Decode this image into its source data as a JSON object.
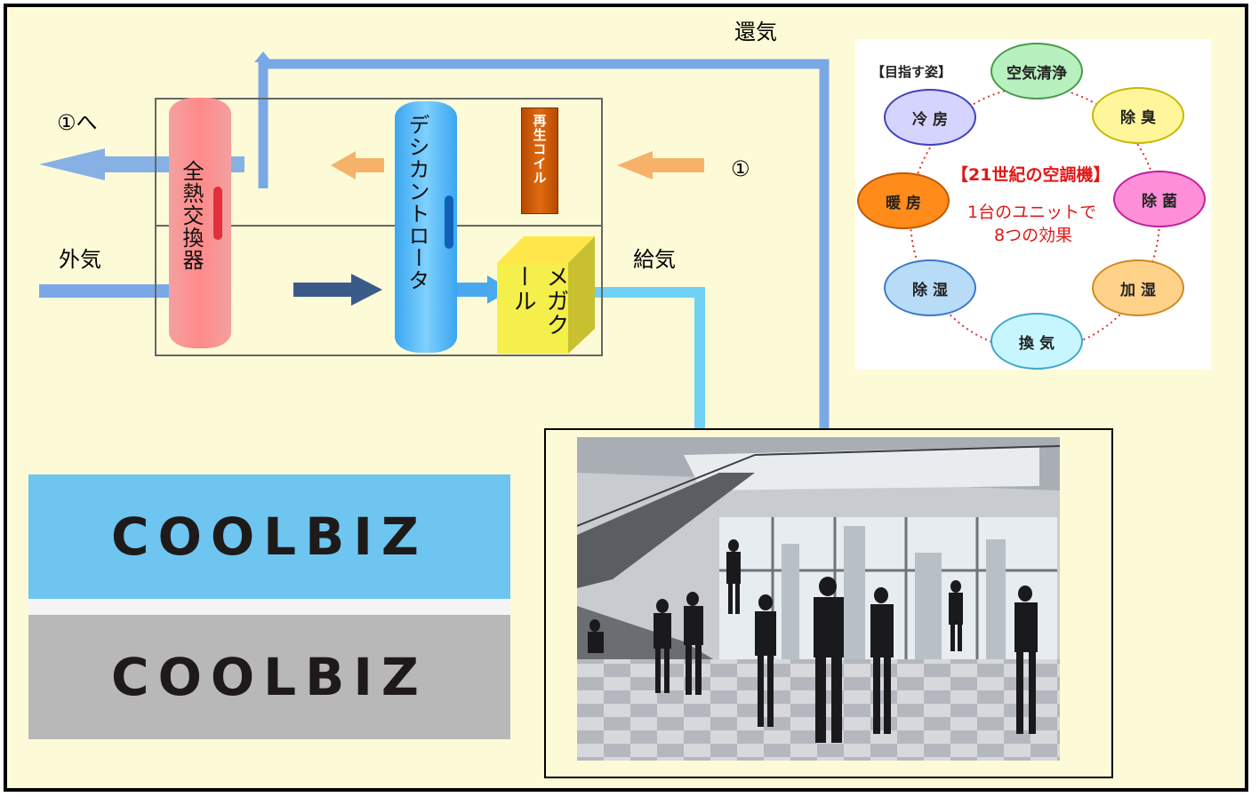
{
  "diagram": {
    "labels": {
      "return_air": "還気",
      "to_1": "①へ",
      "outside_air": "外気",
      "supply_air": "給気",
      "circle_1": "①"
    },
    "components": {
      "heat_exchanger": "全熱交換器",
      "desiccant_rotor": "デシカントロータ",
      "regen_coil": "再生コイル",
      "mega_cooler": "メガクール"
    }
  },
  "effects_panel": {
    "heading": "【目指す姿】",
    "title": "【21世紀の空調機】",
    "subtitle_line1": "1台のユニットで",
    "subtitle_line2": "8つの効果",
    "items": [
      {
        "label": "空気清浄",
        "color": "#b8f0c0"
      },
      {
        "label": "除 臭",
        "color": "#fff59a"
      },
      {
        "label": "除 菌",
        "color": "#ff8fd8"
      },
      {
        "label": "加 湿",
        "color": "#ffd28a"
      },
      {
        "label": "換 気",
        "color": "#c8f6ff"
      },
      {
        "label": "除 湿",
        "color": "#b8dcf8"
      },
      {
        "label": "暖 房",
        "color": "#ff8c1a"
      },
      {
        "label": "冷 房",
        "color": "#d4d4ff"
      }
    ]
  },
  "logos": {
    "top": "COOLBIZ",
    "bottom": "COOLBIZ"
  },
  "colors": {
    "background": "#fdfbd7",
    "duct_blue": "#7aa8e6",
    "supply_cyan": "#6fd2f4",
    "orange_arrow": "#f7b26a",
    "dark_arrow": "#3a5a8a",
    "logo_blue": "#6ec5f0",
    "logo_gray": "#b8b8b8"
  }
}
